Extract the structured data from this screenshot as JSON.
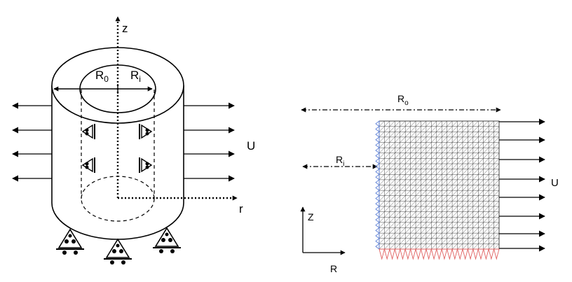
{
  "left_figure": {
    "axis_z": "z",
    "axis_r": "r",
    "outer_radius_label": {
      "base": "R",
      "sub": "0"
    },
    "inner_radius_label": {
      "base": "R",
      "sub": "i"
    },
    "load_label": "U"
  },
  "right_figure": {
    "outer_radius_label": {
      "base": "R",
      "sub": "o"
    },
    "inner_radius_label": {
      "base": "R",
      "sub": "i"
    },
    "load_label": "U",
    "axis_vertical": "Z",
    "axis_horizontal": "R",
    "mesh": {
      "columns": 23,
      "rows": 24
    },
    "colors": {
      "inner_constraint": "#5b7fd6",
      "bottom_constraint": "#e06060",
      "mesh": "#444444"
    }
  }
}
